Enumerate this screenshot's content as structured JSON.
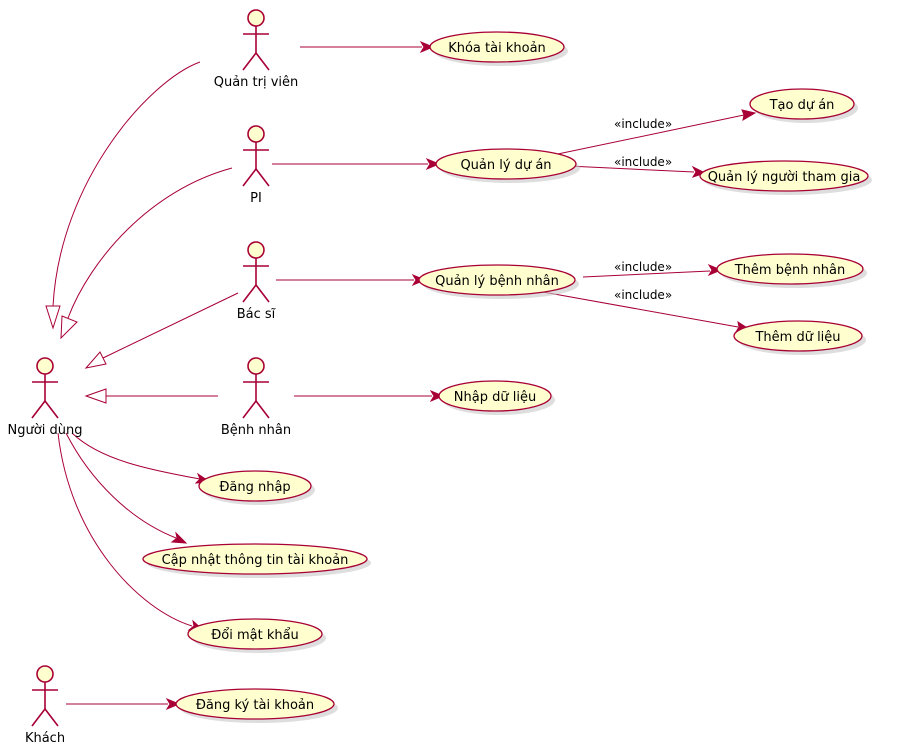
{
  "actors": {
    "admin": "Quản trị viên",
    "pi": "PI",
    "doctor": "Bác sĩ",
    "patient": "Bệnh nhân",
    "user": "Người dùng",
    "guest": "Khách"
  },
  "usecases": {
    "lock_account": "Khóa tài khoản",
    "create_project": "Tạo dự án",
    "manage_project": "Quản lý dự án",
    "manage_participants": "Quản lý người tham gia",
    "manage_patients": "Quản lý bệnh nhân",
    "add_patient": "Thêm bệnh nhân",
    "add_data": "Thêm dữ liệu",
    "enter_data": "Nhập dữ liệu",
    "login": "Đăng nhập",
    "update_account": "Cập nhật thông tin tài khoản",
    "change_password": "Đổi mật khẩu",
    "register": "Đăng ký tài khoản"
  },
  "relations": {
    "include_label": "«include»"
  }
}
